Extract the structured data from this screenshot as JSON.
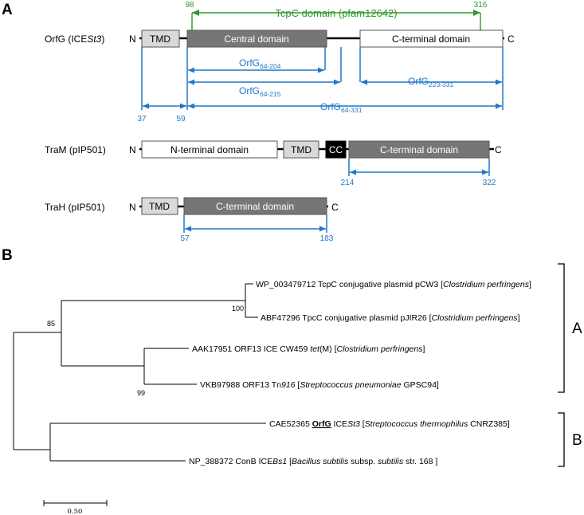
{
  "panels": {
    "a": "A",
    "b": "B"
  },
  "orfg": {
    "label": "OrfG (ICE",
    "label_italic": "St3",
    "label_end": ")",
    "n": "N",
    "c": "C",
    "tmd": "TMD",
    "central": "Central domain",
    "cterm": "C-terminal domain",
    "tcpc": "TcpC domain (pfam12642)",
    "tcpc_start": "98",
    "tcpc_end": "316",
    "f1_main": "OrfG",
    "f1_sub": "64-204",
    "f2_main": "OrfG",
    "f2_sub": "64-215",
    "f3_main": "OrfG",
    "f3_sub": "223-331",
    "f4_main": "OrfG",
    "f4_sub": "64-331",
    "n37": "37",
    "n59": "59"
  },
  "tram": {
    "label": "TraM (pIP501)",
    "n": "N",
    "c": "C",
    "nterm": "N-terminal domain",
    "tmd": "TMD",
    "cc": "CC",
    "cterm": "C-terminal domain",
    "n214": "214",
    "n322": "322"
  },
  "trah": {
    "label": "TraH (pIP501)",
    "n": "N",
    "c": "C",
    "tmd": "TMD",
    "cterm": "C-terminal domain",
    "n57": "57",
    "n183": "183"
  },
  "tree": {
    "taxa": [
      {
        "pre": "WP_003479712 TcpC conjugative plasmid pCW3 [",
        "it": "Clostridium perfringens",
        "post": "]"
      },
      {
        "pre": "ABF47296 TpcC conjugative plasmid pJIR26 [",
        "it": "Clostridium perfringens",
        "post": "]"
      },
      {
        "pre": "AAK17951 ORF13 ICE CW459 ",
        "it1": "tet",
        "mid": "(M) [",
        "it": "Clostridium perfringens",
        "post": "]"
      },
      {
        "pre": "VKB97988 ORF13 Tn",
        "it1": "916",
        "mid": " [",
        "it": "Streptococcus pneumoniae",
        "post": " GPSC94]"
      },
      {
        "pre": "CAE52365 ",
        "bold": "OrfG",
        "mid": " ICE",
        "it1": "St3",
        "mid2": " [",
        "it": "Streptococcus thermophilus",
        "post": " CNRZ385]"
      },
      {
        "pre": "NP_388372 ConB ICE",
        "it1": "Bs1",
        "mid": " [",
        "it": "Bacillus subtilis",
        "mid2": " subsp. ",
        "it2": "subtilis",
        "post": " str. 168 ]"
      }
    ],
    "bootstraps": [
      "100",
      "85",
      "99"
    ],
    "clades": [
      "A",
      "B"
    ],
    "scale": "0.50"
  },
  "colors": {
    "dark_domain": "#767676",
    "light_domain": "#d9d9d9",
    "blue": "#1f77c8",
    "green": "#2e9a2e",
    "black": "#000000"
  }
}
